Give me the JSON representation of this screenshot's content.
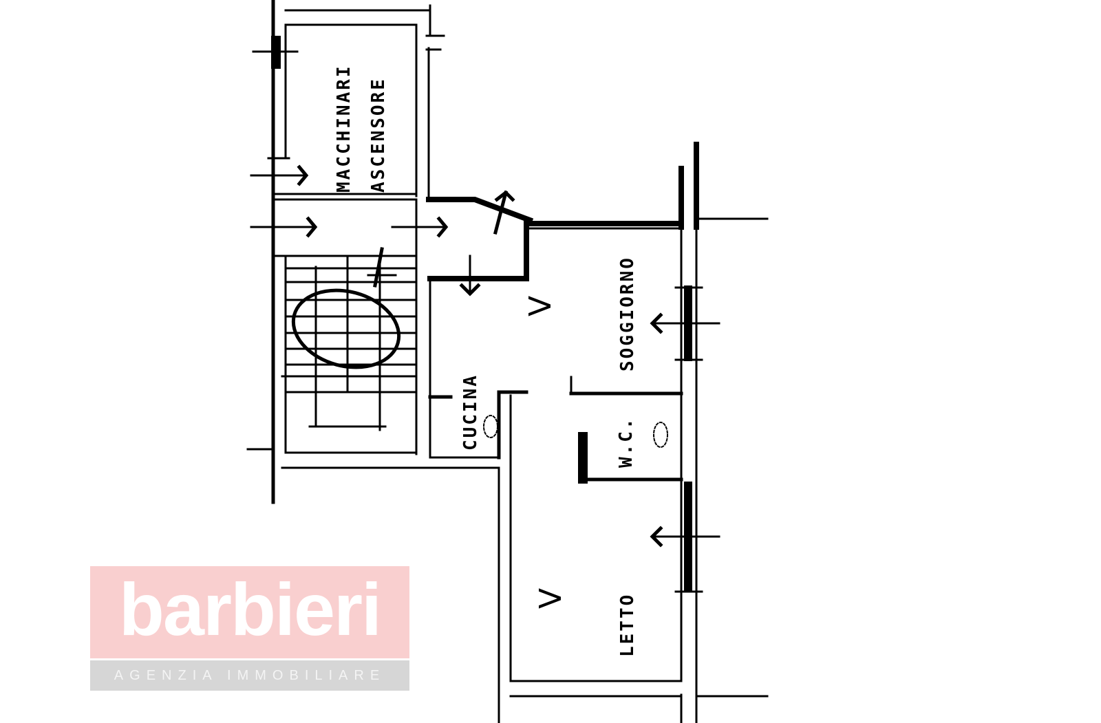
{
  "drawing": {
    "type": "floor plan",
    "rooms": {
      "machine_room": {
        "line1": "MACCHINARI",
        "line2": "ASCENSORE"
      },
      "living": {
        "label": "SOGGIORNO"
      },
      "kitchen": {
        "label": "CUCINA"
      },
      "wc": {
        "label": "W.C."
      },
      "bedroom": {
        "label": "LETTO"
      }
    },
    "marks": {
      "window_mark": "V"
    }
  },
  "watermark": {
    "brand": "barbieri",
    "subtitle": "AGENZIA IMMOBILIARE",
    "colors": {
      "top": "#f9cfcf",
      "bottom": "#d6d6d6",
      "text": "#ffffff"
    }
  }
}
